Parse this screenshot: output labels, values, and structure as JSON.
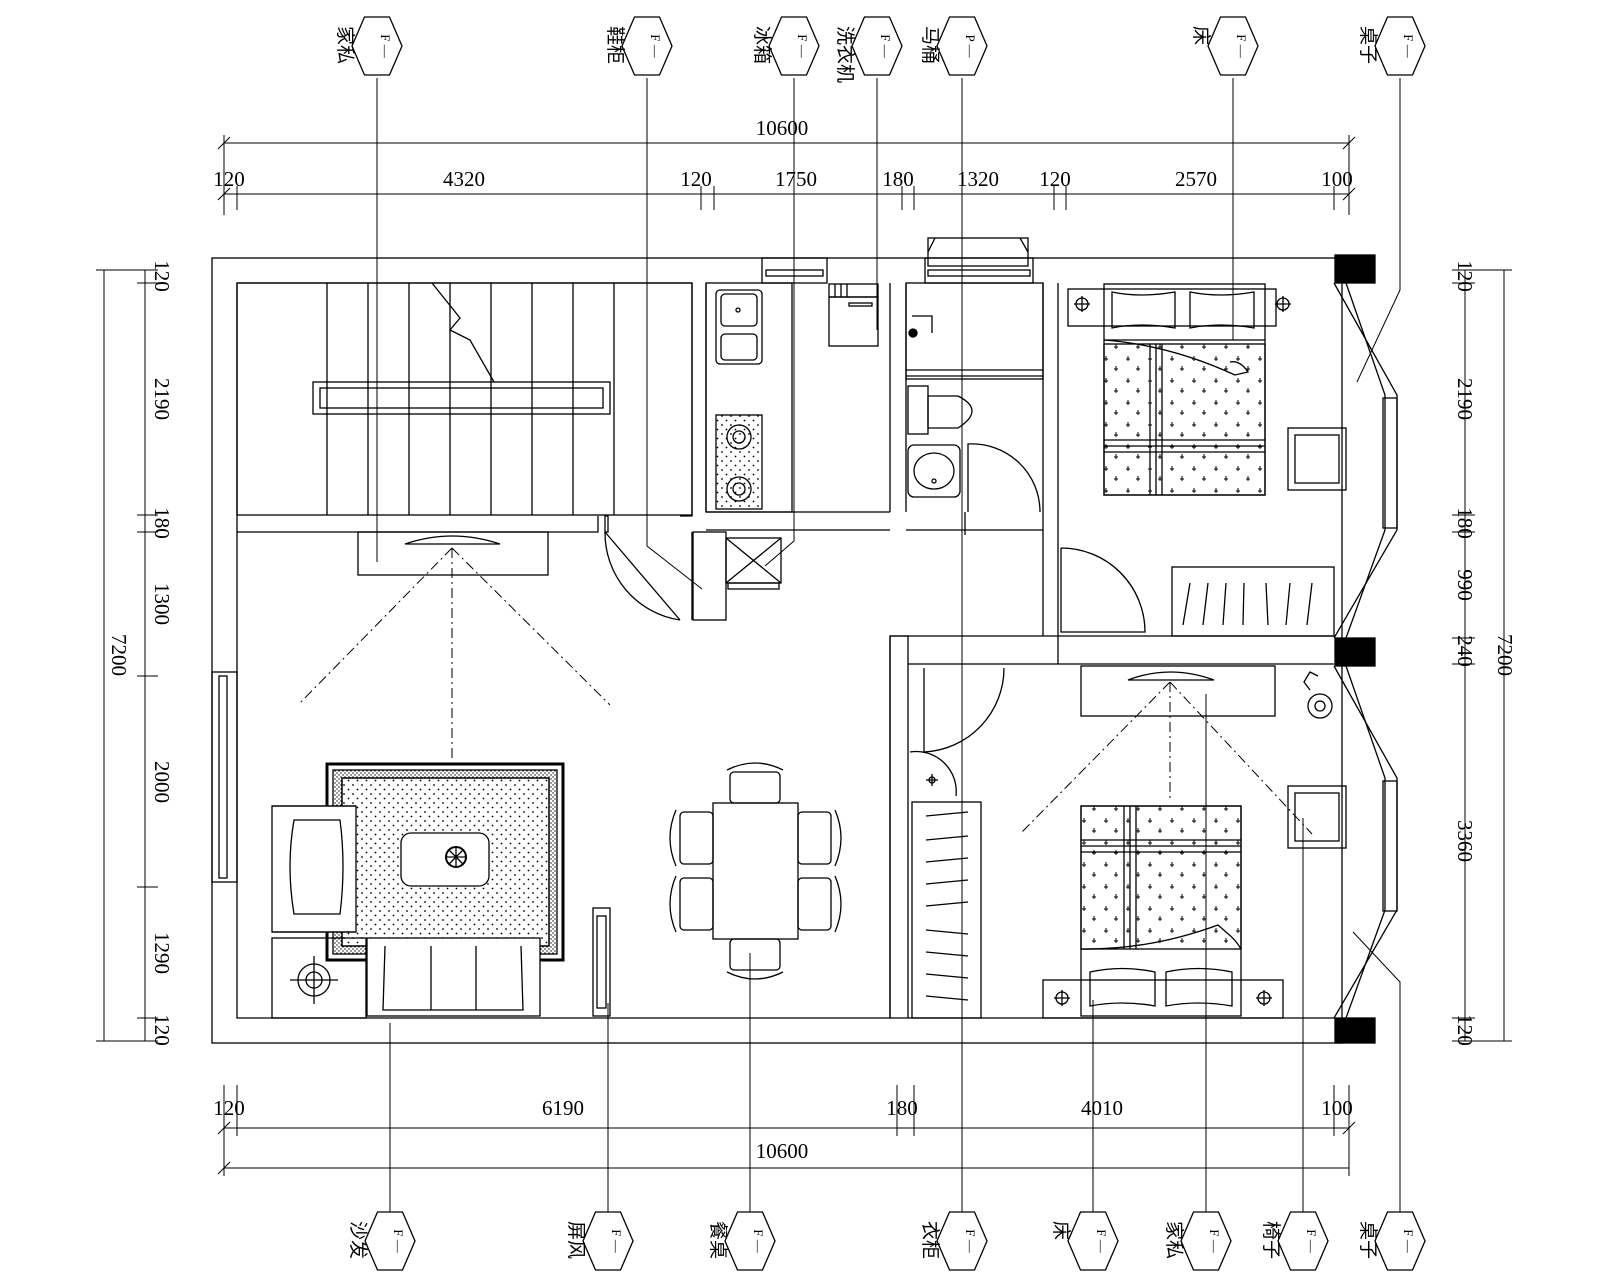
{
  "dimensions": {
    "top_total": "10600",
    "top_segments": [
      "120",
      "4320",
      "120",
      "1750",
      "180",
      "1320",
      "120",
      "2570",
      "100"
    ],
    "bottom_total": "10600",
    "bottom_segments": [
      "120",
      "6190",
      "180",
      "4010",
      "100"
    ],
    "left_total": "7200",
    "left_segments": [
      "120",
      "2190",
      "180",
      "1300",
      "2000",
      "1290",
      "120"
    ],
    "right_total": "7200",
    "right_segments": [
      "120",
      "2190",
      "180",
      "990",
      "240",
      "3360",
      "120"
    ]
  },
  "markers_top": [
    {
      "label": "家私",
      "letter": "F"
    },
    {
      "label": "鞋柜",
      "letter": "F"
    },
    {
      "label": "冰箱",
      "letter": "F"
    },
    {
      "label": "洗衣机",
      "letter": "F"
    },
    {
      "label": "马桶",
      "letter": "P"
    },
    {
      "label": "床",
      "letter": "F"
    },
    {
      "label": "桌子",
      "letter": "F"
    }
  ],
  "markers_bottom": [
    {
      "label": "沙发",
      "letter": "F"
    },
    {
      "label": "屏风",
      "letter": "F"
    },
    {
      "label": "餐桌",
      "letter": "F"
    },
    {
      "label": "衣柜",
      "letter": "F"
    },
    {
      "label": "床",
      "letter": "F"
    },
    {
      "label": "家私",
      "letter": "F"
    },
    {
      "label": "椅子",
      "letter": "F"
    },
    {
      "label": "桌子",
      "letter": "F"
    }
  ],
  "marker_divider": "—"
}
